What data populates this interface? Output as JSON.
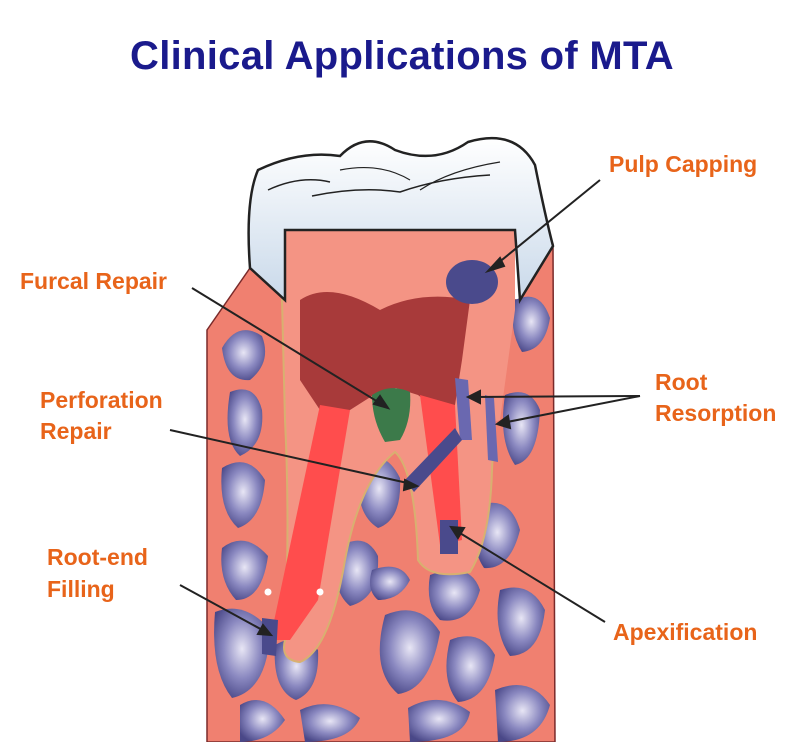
{
  "title": "Clinical Applications of MTA",
  "labels": {
    "pulp_capping": "Pulp Capping",
    "furcal_repair": "Furcal Repair",
    "perforation_line1": "Perforation",
    "perforation_line2": "Repair",
    "root_resorption_line1": "Root",
    "root_resorption_line2": "Resorption",
    "root_end_line1": "Root-end",
    "root_end_line2": "Filling",
    "apexification": "Apexification"
  },
  "colors": {
    "title": "#1a1a8c",
    "label": "#e8641a",
    "bone": "#f08070",
    "pulp_chamber": "#a83a3a",
    "canal": "#ff4d4d",
    "enamel": "#dde8f2",
    "mta": "#4a4a8c",
    "furcal_repair": "#3c7a4a",
    "trabecular": "#7a7ab0"
  }
}
